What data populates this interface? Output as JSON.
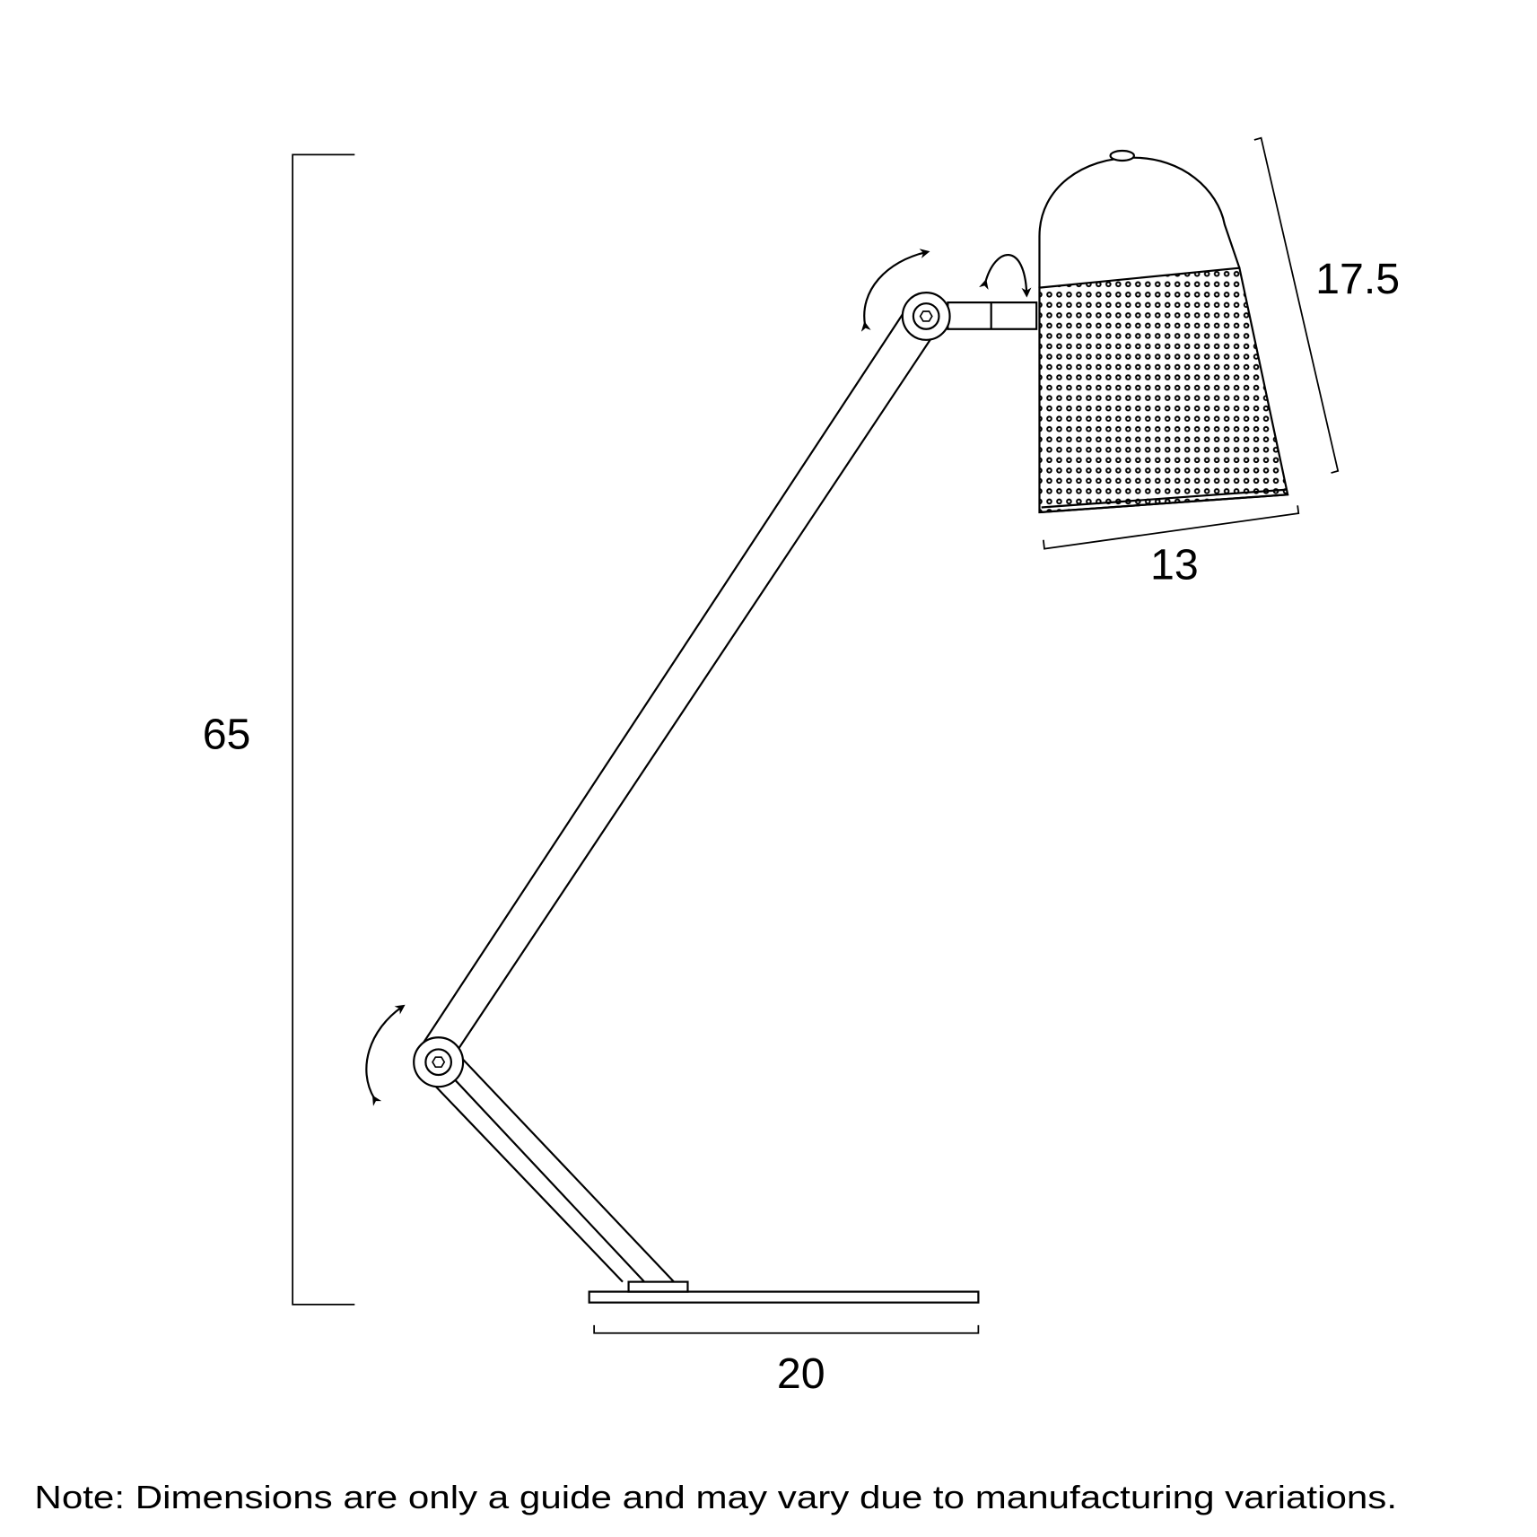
{
  "dimensions": {
    "height": "65",
    "shade_height": "17.5",
    "shade_width": "13",
    "base_width": "20"
  },
  "note": "Note: Dimensions are only a guide and may vary due to manufacturing variations.",
  "colors": {
    "line": "#000000",
    "background": "#ffffff"
  }
}
